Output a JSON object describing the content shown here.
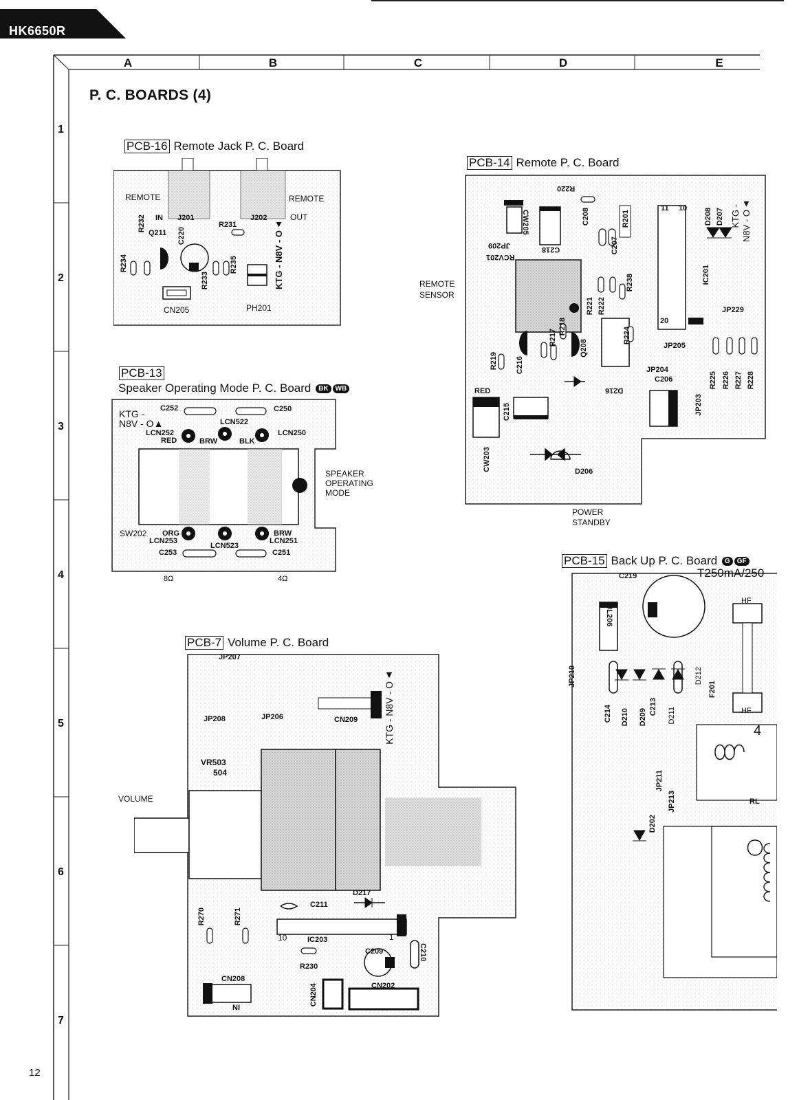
{
  "header": {
    "model": "HK6650R"
  },
  "page": {
    "number": "12",
    "title": "P. C. BOARDS (4)"
  },
  "grid": {
    "columns": [
      "A",
      "B",
      "C",
      "D",
      "E"
    ],
    "rows": [
      "1",
      "2",
      "3",
      "4",
      "5",
      "6",
      "7"
    ]
  },
  "pcb16": {
    "tag": "PCB-16",
    "name": "Remote Jack P. C. Board",
    "labels": {
      "remote_in_1": "REMOTE",
      "remote_in_2": "IN",
      "remote_out_1": "REMOTE",
      "remote_out_2": "OUT",
      "j201": "J201",
      "j202": "J202",
      "r231": "R231",
      "r232": "R232",
      "q211": "Q211",
      "c220": "C220",
      "r234": "R234",
      "r233": "R233",
      "r235": "R235",
      "cn205": "CN205",
      "ph201": "PH201",
      "ktg": "KTG - N8V - O▲"
    }
  },
  "pcb13": {
    "tag": "PCB-13",
    "name": "Speaker Operating Mode  P. C. Board",
    "badges": [
      "BK",
      "WB"
    ],
    "labels": {
      "ktg1": "KTG -",
      "ktg2": "N8V - O▲",
      "c252": "C252",
      "c250": "C250",
      "lcn522": "LCN522",
      "lcn252": "LCN252",
      "red": "RED",
      "brw": "BRW",
      "blk": "BLK",
      "lcn250": "LCN250",
      "sw202": "SW202",
      "org": "ORG",
      "lcn253": "LCN253",
      "lcn523": "LCN523",
      "brw2": "BRW",
      "lcn251": "LCN251",
      "c253": "C253",
      "c251": "C251",
      "ohm8": "8Ω",
      "ohm4": "4Ω",
      "speaker_mode_1": "SPEAKER",
      "speaker_mode_2": "OPERATING",
      "speaker_mode_3": "MODE"
    }
  },
  "pcb14": {
    "tag": "PCB-14",
    "name": "Remote P. C. Board",
    "labels": {
      "r220": "R220",
      "cw205": "CW205",
      "c218": "C218",
      "c208": "C208",
      "r201": "R201",
      "pin11": "11",
      "pin10": "10",
      "d208": "D208",
      "d207": "D207",
      "ktg1": "KTG -",
      "ktg2": "N8V - O▲",
      "jp209": "JP209",
      "rcv201": "RCV201",
      "c207": "C207",
      "ic201": "IC201",
      "remote_sensor_1": "REMOTE",
      "remote_sensor_2": "SENSOR",
      "r221": "R221",
      "r222": "R222",
      "r238": "R238",
      "r218": "R218",
      "r224": "R224",
      "pin20": "20",
      "jp229": "JP229",
      "q208": "Q208",
      "r217": "R217",
      "jp205": "JP205",
      "r219": "R219",
      "c216": "C216",
      "jp204": "JP204",
      "d216": "D216",
      "c206": "C206",
      "r225": "R225",
      "r226": "R226",
      "r227": "R227",
      "r228": "R228",
      "red": "RED",
      "c215": "C215",
      "jp203": "JP203",
      "cw203": "CW203",
      "d206": "D206",
      "power_standby_1": "POWER",
      "power_standby_2": "STANDBY"
    }
  },
  "pcb15": {
    "tag": "PCB-15",
    "name": "Back Up P. C. Board",
    "badges": [
      "G",
      "GF"
    ],
    "labels": {
      "c219": "C219",
      "fuse": "T250mA/250",
      "jl206": "JL206",
      "jp210": "JP210",
      "hf1": "HF",
      "hf2": "HF",
      "d212": "D212",
      "f201": "F201",
      "c214": "C214",
      "d210": "D210",
      "d209": "D209",
      "c213": "C213",
      "d211": "D211",
      "four": "4",
      "jp211": "JP211",
      "jp213": "JP213",
      "rl": "RL",
      "d202": "D202"
    }
  },
  "pcb7": {
    "tag": "PCB-7",
    "name": "Volume P. C. Board",
    "labels": {
      "jp207": "JP207",
      "jp208": "JP208",
      "jp206": "JP206",
      "cn209": "CN209",
      "ktg": "KTG - N8V - O▲",
      "vr1": "VR503",
      "vr2": "504",
      "volume": "VOLUME",
      "d217": "D217",
      "c211": "C211",
      "r270": "R270",
      "r271": "R271",
      "pin10": "10",
      "ic203": "IC203",
      "pin1": "1",
      "c210": "C210",
      "c209": "C209",
      "r230": "R230",
      "cn208": "CN208",
      "ni": "NI",
      "cn204": "CN204",
      "cn202": "CN202"
    }
  }
}
